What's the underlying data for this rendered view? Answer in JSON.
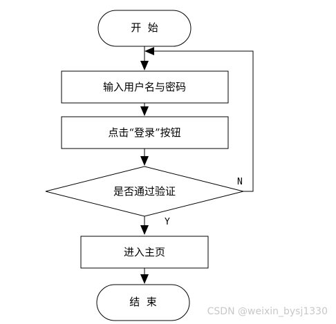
{
  "nodes": {
    "start": {
      "label": "开  始"
    },
    "input": {
      "label": "输入用户名与密码"
    },
    "click": {
      "label": "点击“登录”按钮"
    },
    "verify": {
      "label": "是否通过验证"
    },
    "main": {
      "label": "进入主页"
    },
    "end": {
      "label": "结  束"
    }
  },
  "edges": {
    "yes_label": "Y",
    "no_label": "N"
  },
  "watermark": "CSDN @weixin_bysj1330",
  "colors": {
    "stroke": "#000000",
    "fill": "#ffffff",
    "watermark": "#c8c8c8"
  }
}
